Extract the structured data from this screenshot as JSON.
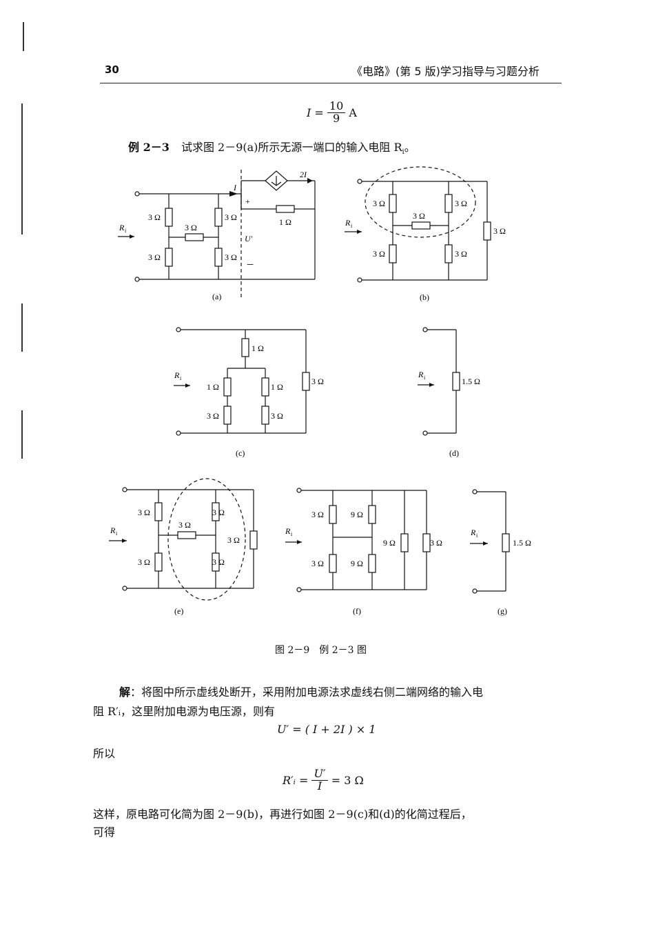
{
  "header": {
    "page_number": "30",
    "title": "《电路》(第 5 版)学习指导与习题分析"
  },
  "eq_top": {
    "lhs": "I =",
    "num": "10",
    "den": "9",
    "unit": "A"
  },
  "example": {
    "label": "例 2－3",
    "text": "试求图 2－9(a)所示无源一端口的输入电阻 R"
  },
  "figure": {
    "caption": "图 2－9　例 2－3 图",
    "a": {
      "label": "(a)",
      "r1": "3 Ω",
      "r2": "3 Ω",
      "r3": "3 Ω",
      "r4": "3 Ω",
      "r5": "3 Ω",
      "r6": "1 Ω",
      "ri": "R",
      "ri_sub": "i",
      "I": "I",
      "src": "2I",
      "U": "U'",
      "plus": "+",
      "minus": "－"
    },
    "b": {
      "label": "(b)",
      "r1": "3 Ω",
      "r2": "3 Ω",
      "r3": "3 Ω",
      "r4": "3 Ω",
      "r5": "3 Ω",
      "r6": "3 Ω",
      "ri": "R",
      "ri_sub": "i"
    },
    "c": {
      "label": "(c)",
      "r1": "1 Ω",
      "r2": "1 Ω",
      "r3": "1 Ω",
      "r4": "3 Ω",
      "r5": "3 Ω",
      "r6": "3 Ω",
      "ri": "R",
      "ri_sub": "i"
    },
    "d": {
      "label": "(d)",
      "r1": "1.5 Ω",
      "ri": "R",
      "ri_sub": "i"
    },
    "e": {
      "label": "(e)",
      "r1": "3 Ω",
      "r2": "3 Ω",
      "r3": "3 Ω",
      "r4": "3 Ω",
      "r5": "3 Ω",
      "r6": "3 Ω",
      "ri": "R",
      "ri_sub": "i"
    },
    "f": {
      "label": "(f)",
      "r1": "3 Ω",
      "r2": "9 Ω",
      "r3": "3 Ω",
      "r4": "9 Ω",
      "r5": "9 Ω",
      "r6": "3 Ω",
      "ri": "R",
      "ri_sub": "i"
    },
    "g": {
      "label": "(g)",
      "r1": "1.5 Ω",
      "ri": "R",
      "ri_sub": "i"
    }
  },
  "solution": {
    "line1_bold": "解",
    "line1": "：将图中所示虚线处断开，采用附加电源法求虚线右侧二端网络的输入电",
    "line2": "阻 R′ᵢ，这里附加电源为电压源，则有",
    "eq1": "U′ = ( I + 2I ) × 1",
    "suoyi": "所以",
    "eq2_lhs": "R′ᵢ =",
    "eq2_num": "U′",
    "eq2_den": "I",
    "eq2_rhs": "= 3 Ω",
    "line3": "这样，原电路可化简为图 2－9(b)，再进行如图 2－9(c)和(d)的化简过程后，",
    "line4": "可得"
  }
}
